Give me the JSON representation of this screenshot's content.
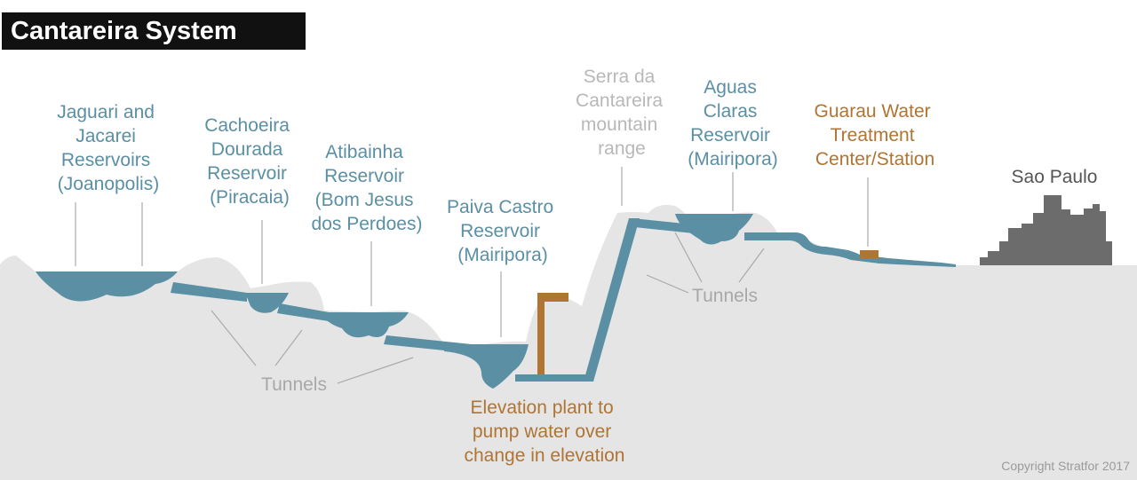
{
  "title": "Cantareira System",
  "colors": {
    "water": "#5a8fa4",
    "terrain": "#e5e5e5",
    "city": "#6c6c6c",
    "reservoir_text": "#5a8fa4",
    "tunnel_text": "#a8a8a8",
    "mountain_text": "#b8b8b8",
    "facility_text": "#b07433",
    "city_text": "#555555"
  },
  "labels": {
    "jaguari": [
      "Jaguari and",
      "Jacarei",
      "Reservoirs",
      "(Joanopolis)"
    ],
    "cachoeira": [
      "Cachoeira",
      "Dourada",
      "Reservoir",
      "(Piracaia)"
    ],
    "atibainha": [
      "Atibainha",
      "Reservoir",
      "(Bom Jesus",
      "dos Perdoes)"
    ],
    "paiva": [
      "Paiva Castro",
      "Reservoir",
      "(Mairipora)"
    ],
    "serra": [
      "Serra da",
      "Cantareira",
      "mountain",
      "range"
    ],
    "aguas": [
      "Aguas",
      "Claras",
      "Reservoir",
      "(Mairipora)"
    ],
    "guarau": [
      "Guarau Water",
      "Treatment",
      "Center/Station"
    ],
    "sao_paulo": "Sao Paulo",
    "tunnels_left": "Tunnels",
    "tunnels_right": "Tunnels",
    "elevation": [
      "Elevation plant to",
      "pump water over",
      "change in elevation"
    ]
  },
  "copyright": "Copyright Stratfor 2017"
}
